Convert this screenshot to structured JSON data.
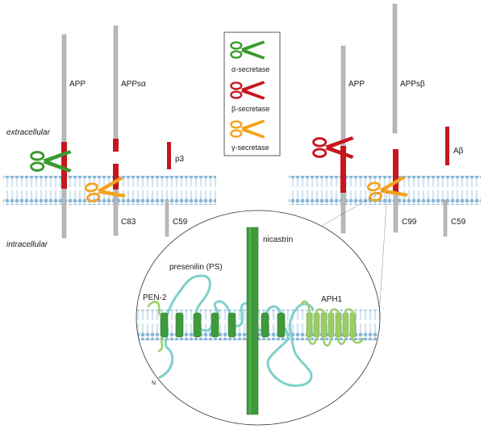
{
  "regions": {
    "extracellular": "extracellular",
    "intracellular": "intracellular"
  },
  "legend": {
    "alpha": {
      "label": "α-secretase",
      "color": "#3a9a2e"
    },
    "beta": {
      "label": "β-secretase",
      "color": "#c8161e"
    },
    "gamma": {
      "label": "γ-secretase",
      "color": "#f4a21d"
    }
  },
  "left_pathway": {
    "app": "APP",
    "appsalpha": "APPsα",
    "p3": "p3",
    "c83": "C83",
    "c59": "C59"
  },
  "right_pathway": {
    "app": "APP",
    "appsbeta": "APPsβ",
    "abeta": "Aβ",
    "c99": "C99",
    "c59": "C59"
  },
  "complex": {
    "nicastrin": "nicastrin",
    "presenilin": "presenilin (PS)",
    "pen2": "PEN-2",
    "aph1": "APH1",
    "n_terminus": "N"
  },
  "colors": {
    "protein_gray": "#b8b8b8",
    "protein_red": "#c8161e",
    "membrane_head": "#8ab7d6",
    "tm_green": "#3f9a3c",
    "loop_teal": "#7fd0cc",
    "pen2_green": "#9ccc66"
  }
}
